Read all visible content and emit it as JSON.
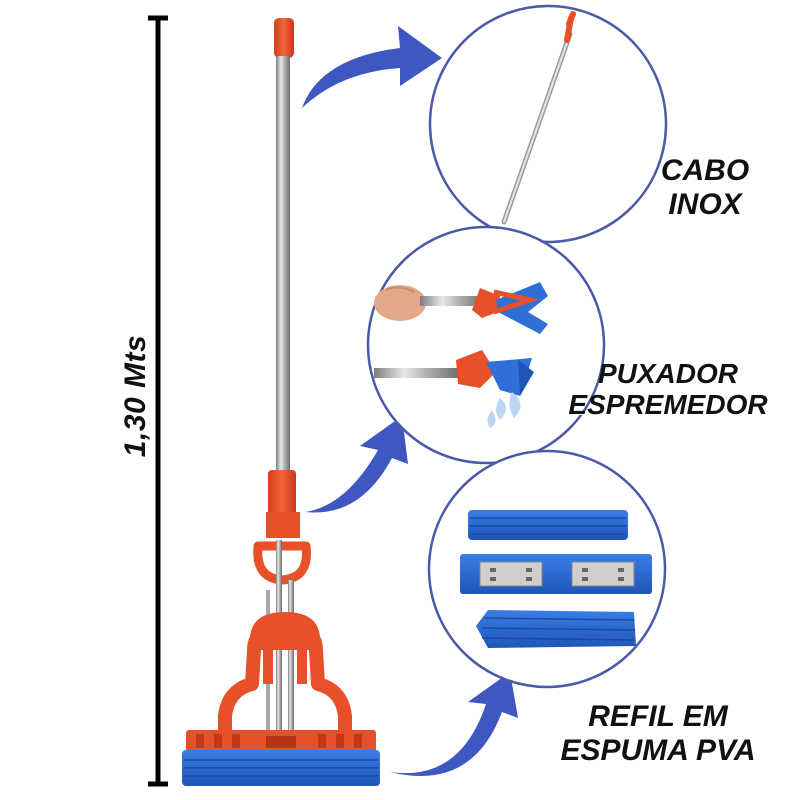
{
  "dimension": {
    "label": "1,30 Mts"
  },
  "callouts": {
    "cabo": {
      "line1": "CABO",
      "line2": "INOX"
    },
    "puxador": {
      "line1": "PUXADOR",
      "line2": "ESPREMEDOR"
    },
    "refil": {
      "line1": "REFIL EM",
      "line2": "ESPUMA PVA"
    }
  },
  "colors": {
    "accent_blue": "#3f57c2",
    "mop_red": "#e8502a",
    "sponge_blue": "#2f6fd6",
    "steel": "#b8b8b8",
    "circle_border": "#4a5aa8"
  },
  "icons": {
    "arrow": "curved-arrow-icon",
    "dimension": "dimension-bar-icon"
  }
}
